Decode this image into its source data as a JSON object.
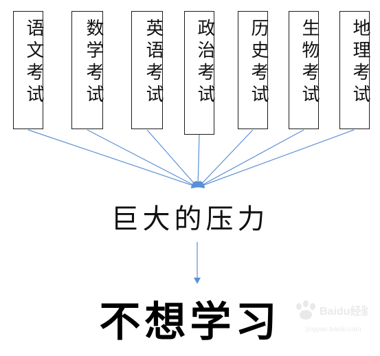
{
  "subjects": [
    {
      "label": "语文考试"
    },
    {
      "label": "数学考试"
    },
    {
      "label": "英语考试"
    },
    {
      "label": "政治考试"
    },
    {
      "label": "历史考试"
    },
    {
      "label": "生物考试"
    },
    {
      "label": "地理考试"
    }
  ],
  "pressure_label": "巨大的压力",
  "result_label": "不想学习",
  "watermark": {
    "text": "Baidu经验",
    "subtext": "jingyan.baidu.com"
  },
  "colors": {
    "arrow": "#5b8fd6",
    "border": "#1a1a1a",
    "text": "#111111"
  }
}
